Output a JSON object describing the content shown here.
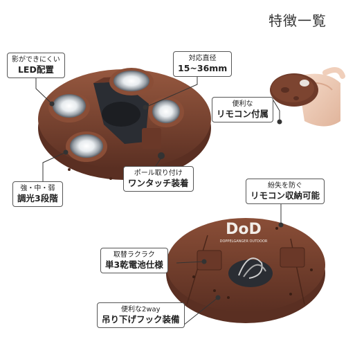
{
  "page": {
    "title": "特徴一覧"
  },
  "callouts": [
    {
      "id": "led",
      "line1": "影ができにくい",
      "line2": "LED配置"
    },
    {
      "id": "diameter",
      "line1": "対応直径",
      "line2": "15~36mm"
    },
    {
      "id": "remote",
      "line1": "便利な",
      "line2": "リモコン付属"
    },
    {
      "id": "pole",
      "line1": "ポール取り付け",
      "line2": "ワンタッチ装着"
    },
    {
      "id": "dimmer",
      "line1": "強・中・弱",
      "line2": "調光3段階"
    },
    {
      "id": "storage",
      "line1": "紛失を防ぐ",
      "line2": "リモコン収納可能"
    },
    {
      "id": "battery",
      "line1": "取替ラクラク",
      "line2": "単3乾電池仕様"
    },
    {
      "id": "hook",
      "line1": "便利な2way",
      "line2": "吊り下げフック装備"
    }
  ],
  "product": {
    "logo": "DoD",
    "logo_sub": "DOPPELGANGER OUTDOOR"
  },
  "colors": {
    "body": "#7a4330",
    "body_dark": "#5a2f22",
    "body_light": "#96583f",
    "inner": "#2a2d33"
  }
}
